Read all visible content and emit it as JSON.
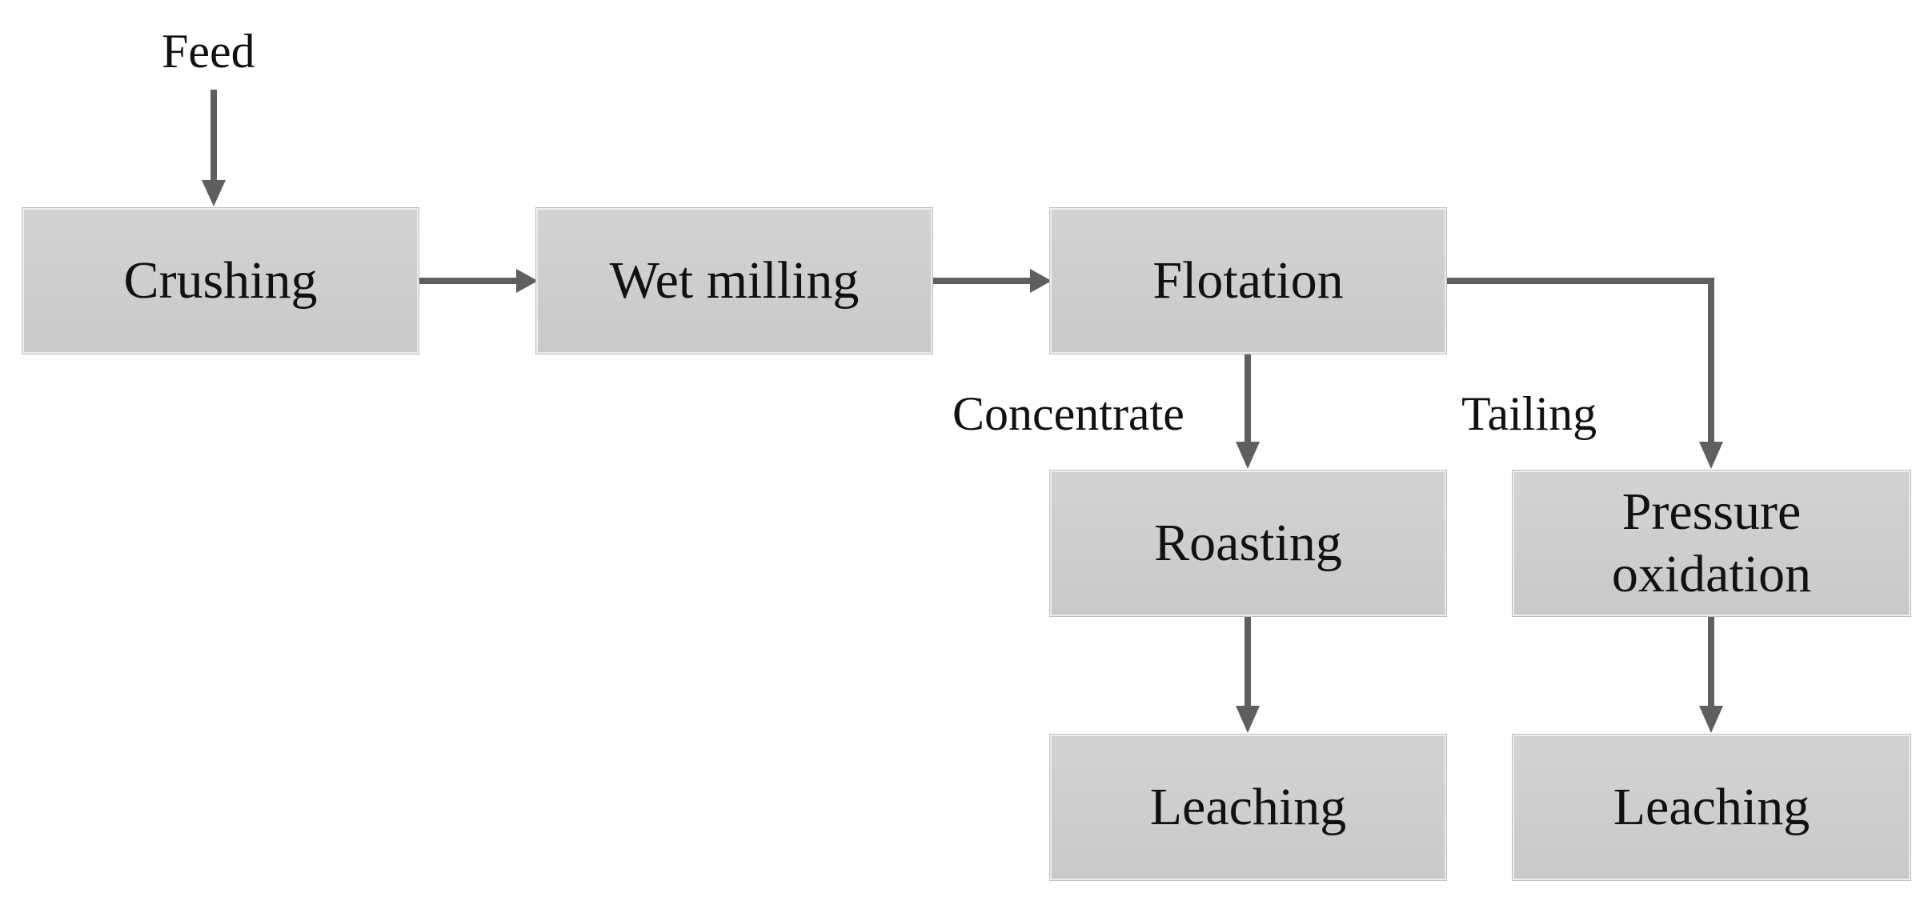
{
  "feed_label": "Feed",
  "nodes": {
    "crushing": "Crushing",
    "wet_milling": "Wet milling",
    "flotation": "Flotation",
    "roasting": "Roasting",
    "pressure_oxidation": "Pressure\noxidation",
    "leaching_concentrate": "Leaching",
    "leaching_tailing": "Leaching"
  },
  "edge_labels": {
    "concentrate": "Concentrate",
    "tailing": "Tailing"
  },
  "colors": {
    "box_fill": "#cfcfcf",
    "arrow": "#5f5f5f",
    "text": "#111111"
  }
}
